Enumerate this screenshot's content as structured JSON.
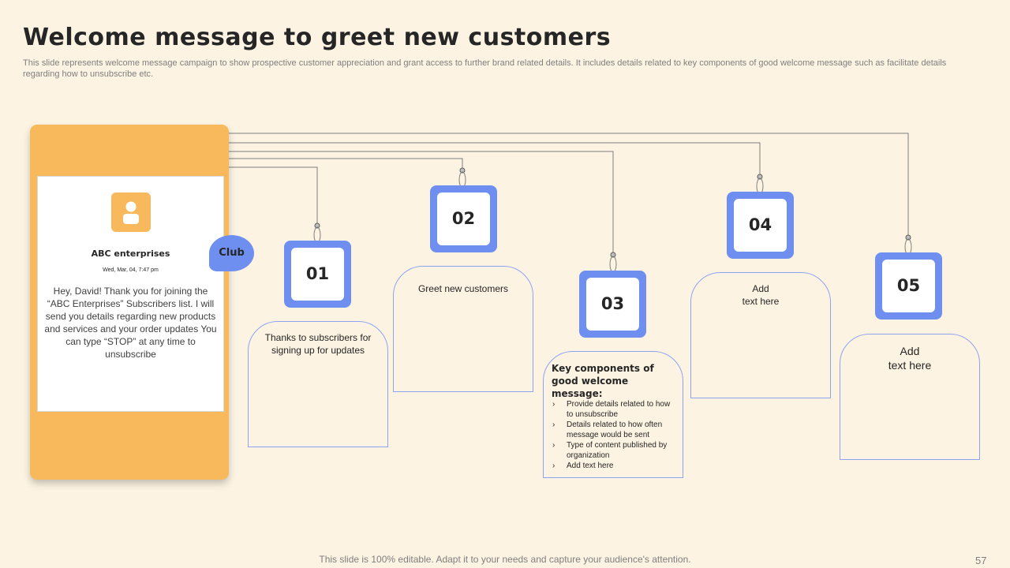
{
  "slide": {
    "title": "Welcome message to greet new customers",
    "subtitle": "This slide represents welcome message campaign to show prospective customer appreciation and grant access to further brand related details. It includes details related to key components of good welcome message such as facilitate details regarding how to unsubscribe etc.",
    "footer": "This slide is 100% editable. Adapt it to your needs and capture your audience's attention.",
    "page_number": "57"
  },
  "phone": {
    "avatar_icon": "user-icon",
    "company": "ABC enterprises",
    "date": "Wed, Mar, 04, 7:47 pm",
    "message": "Hey, David!  Thank you for joining the “ABC Enterprises” Subscribers list. I will send you details regarding  new products and services  and your order updates You can type “STOP”  at any time to unsubscribe",
    "bubble_label": "Club"
  },
  "colors": {
    "background": "#fcf3e2",
    "accent_orange": "#f8b95c",
    "accent_blue": "#6e8ff0",
    "card_border": "#8ea4f2"
  },
  "steps": [
    {
      "number": "01",
      "text": "Thanks to subscribers for signing up for updates"
    },
    {
      "number": "02",
      "text": "Greet  new customers"
    },
    {
      "number": "03",
      "heading": "Key components of good welcome message:",
      "bullets": [
        "Provide details related to how to unsubscribe",
        "Details related to how often message would be sent",
        "Type of content published by organization",
        "Add text here"
      ]
    },
    {
      "number": "04",
      "text_line1": "Add",
      "text_line2": "text here"
    },
    {
      "number": "05",
      "text_line1": "Add",
      "text_line2": "text here"
    }
  ]
}
